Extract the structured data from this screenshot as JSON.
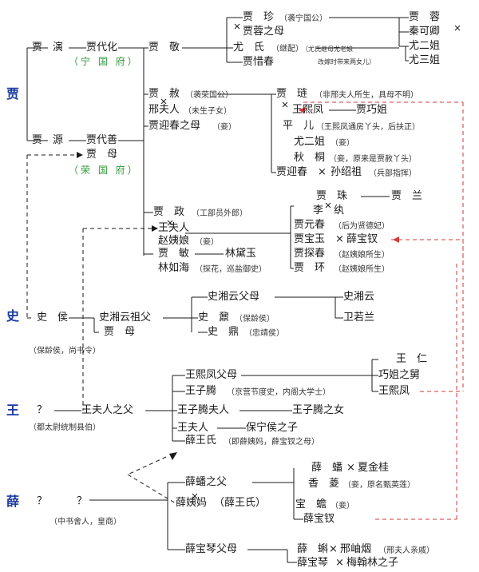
{
  "clans": {
    "jia": "贾",
    "shi": "史",
    "wang": "王",
    "xue": "薛"
  },
  "jia": {
    "yan": "贾　演",
    "daihua": "贾代化",
    "ningguofu": "（宁 国 府）",
    "jing": "贾　敬",
    "zhen": "贾　珍",
    "zhen_note": "（袭宁国公）",
    "rong": "贾　蓉",
    "qinkeqing": "秦可卿",
    "xichun_mother": "贾蓉之母",
    "youshi": "尤　氏",
    "youshi_note": "（继配）",
    "youshi_note2": "（尤氏继母尤老娘",
    "youshi_note3": "改嫁时带来两女儿）",
    "xichun": "贾惜春",
    "youerjie": "尤二姐",
    "yousanjie": "尤三姐",
    "she": "贾　赦",
    "she_note": "（袭荣国公）",
    "xingfuren": "邢夫人",
    "xingfuren_note": "（未生子女）",
    "yingchun_mother": "贾迎春之母",
    "yingchun_mother_note": "（妾）",
    "lian": "贾　琏",
    "lian_note": "（非邢夫人所生，具母不明）",
    "wangxifeng": "王熙凤",
    "qiaojie": "贾巧姐",
    "pinger": "平　儿",
    "pinger_note": "（王熙凤通房丫头，后扶正）",
    "youerjie2": "尤二姐",
    "youerjie2_note": "（妾）",
    "qiutong": "秋　桐",
    "qiutong_note": "（妾，原来是贾赦丫头）",
    "yingchun": "贾迎春",
    "x1": "×",
    "sunshaozu": "孙绍祖",
    "sunshaozu_note": "（兵部指挥）",
    "yuan": "贾　源",
    "daishan": "贾代善",
    "jiamu": "贾　母",
    "rongguofu": "（荣 国 府）",
    "zheng": "贾　政",
    "zheng_note": "（工部员外郎）",
    "wangfuren": "王夫人",
    "zhaoyiniang": "赵姨娘",
    "zhaoyiniang_note": "（妾）",
    "min": "贾　敏",
    "daiyu": "林黛玉",
    "linruhai": "林如海",
    "linruhai_note": "（探花，巡盐御史）",
    "zhu": "贾　珠",
    "lan": "贾　兰",
    "liwan": "李　纨",
    "yuanchun": "贾元春",
    "yuanchun_note": "（后为贤德妃）",
    "baoyu": "贾宝玉",
    "x2": "×",
    "baochai": "薛宝钗",
    "tanchun": "贾探春",
    "tanchun_note": "（赵姨娘所生）",
    "huan": "贾　环",
    "huan_note": "（赵姨娘所生）"
  },
  "shi": {
    "hou": "史　侯",
    "hou_note": "（保龄侯，尚书令）",
    "zufu": "史湘云祖父",
    "jiamu2": "贾　母",
    "xiangyun_father": "史湘云父母",
    "xiangyun": "史湘云",
    "nai": "史　鼐",
    "nai_note": "（保龄侯）",
    "ding": "史　鼎",
    "ding_note": "（忠靖侯）",
    "weiruolan": "卫若兰"
  },
  "wang": {
    "q": "？",
    "wfr_father": "王夫人之父",
    "q_note": "（都太尉统制县伯）",
    "xf_parents": "王熙凤父母",
    "wang_ren": "王　仁",
    "qiaojie_uncle": "巧姐之舅",
    "wangxifeng2": "王熙凤",
    "zisheng": "王子腾",
    "zisheng_note": "（京营节度史，内阁大学士）",
    "zisheng_wife": "王子腾夫人",
    "zisheng_daughter": "王子腾之女",
    "wangfuren2": "王夫人",
    "baoningshou": "保宁侯之子",
    "xuewangshi": "薛王氏",
    "xuewangshi_note": "（即薛姨妈，薛宝钗之母）"
  },
  "xue": {
    "q1": "？",
    "q2": "？",
    "q_note": "（中书舍人，皇商）",
    "pan_father": "薛蟠之父",
    "xueyima": "薛姨妈",
    "xueyima_note": "（薛王氏）",
    "pan": "薛　蟠",
    "x3": "×",
    "xiajingui": "夏金桂",
    "xiangling": "香　菱",
    "xiangling_note": "（妾，原名甄英莲）",
    "baochan": "宝　蟾",
    "baochan_note": "（妾）",
    "baochai2": "薛宝钗",
    "baoqin_parents": "薛宝琴父母",
    "ke": "薛　蝌",
    "x4": "×",
    "xingxiuyan": "邢岫烟",
    "xingxiuyan_note": "（邢夫人亲戚）",
    "baoqin": "薛宝琴",
    "x5": "×",
    "meiwife": "梅翰林之子"
  },
  "colors": {
    "line": "#1a1a1a",
    "marriage_link": "#d23a3a",
    "clan_label": "#1a3aa0",
    "mansion_label": "#2e9a3a"
  }
}
